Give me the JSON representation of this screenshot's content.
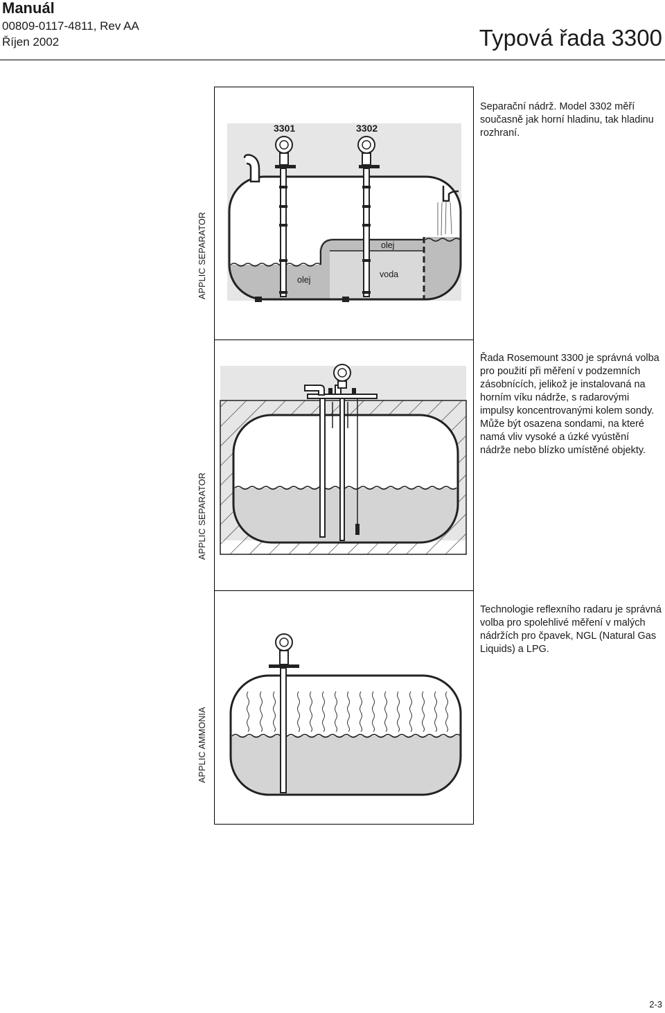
{
  "header": {
    "title": "Manuál",
    "doc_number": "00809-0117-4811, Rev AA",
    "date": "Říjen 2002",
    "series": "Typová řada 3300"
  },
  "sections": [
    {
      "side_label": "APPLIC SEPARATOR",
      "description": "Separační nádrž. Model 3302 měří současně jak horní hladinu, tak hladinu rozhraní.",
      "model_labels": [
        "3301",
        "3302"
      ],
      "fluid_labels": {
        "left_oil": "olej",
        "right_oil": "olej",
        "water": "voda"
      }
    },
    {
      "side_label": "APPLIC SEPARATOR",
      "description": "Řada Rosemount 3300 je správná volba pro použití při měření v podzemních zásobnících, jelikož je instalovaná na horním víku nádrže, s radarovými impulsy koncentrovanými kolem sondy. Může být osazena sondami, na které namá vliv vysoké a úzké vyústění nádrže nebo  blízko umístěné objekty."
    },
    {
      "side_label": "APPLIC AMMONIA",
      "description": "Technologie reflexního radaru je správná volba pro spolehlivé měření v malých nádržích pro čpavek, NGL (Natural Gas Liquids) a  LPG."
    }
  ],
  "footer": {
    "page": "2-3"
  }
}
